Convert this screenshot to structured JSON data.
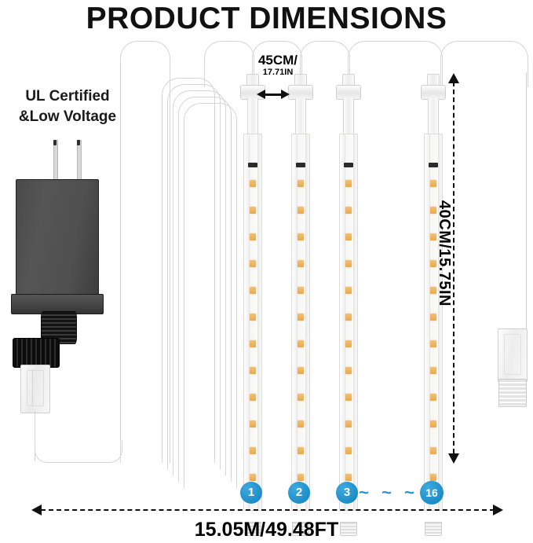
{
  "page": {
    "title": "PRODUCT DIMENSIONS",
    "background_color": "#ffffff",
    "accent_color": "#1f8fc9"
  },
  "certification": {
    "line1": "UL Certified",
    "line2": "&Low Voltage"
  },
  "components": {
    "adapter_name": "power-adapter",
    "cap_name": "waterproof-screw-cap",
    "connector_name": "clear-connector",
    "end_connector_name": "end-cap-connector"
  },
  "dimensions": {
    "spacing_primary": "45CM/",
    "spacing_secondary": "17.71IN",
    "tube_length": "40CM/15.75IN",
    "total_length": "15.05M/49.48FT"
  },
  "tubes": [
    {
      "index": 1,
      "badge": "1"
    },
    {
      "index": 2,
      "badge": "2"
    },
    {
      "index": 3,
      "badge": "3"
    },
    {
      "index": 16,
      "badge": "16"
    }
  ],
  "ellipsis": "~ ~ ~",
  "led_color": "#e8a94f",
  "wire_color": "#d4d4d4"
}
